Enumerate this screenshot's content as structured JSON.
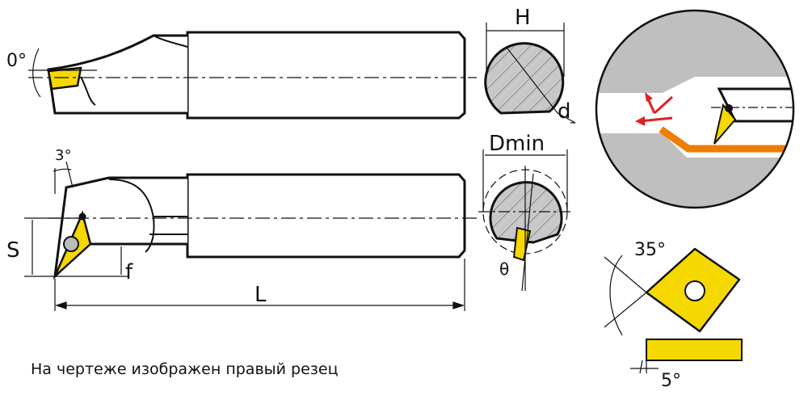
{
  "labels": {
    "angle_top": "0°",
    "H": "H",
    "d": "d",
    "Dmin": "Dmin",
    "angle_side": "3°",
    "S": "S",
    "f": "f",
    "L": "L",
    "theta": "θ",
    "insert_angle": "35°",
    "clearance_angle": "5°"
  },
  "caption": "На чертеже изображен правый резец",
  "colors": {
    "insert": "#f5d800",
    "chip": "#f07d00",
    "arrow": "#e02020",
    "shade": "#bfbfbf"
  }
}
